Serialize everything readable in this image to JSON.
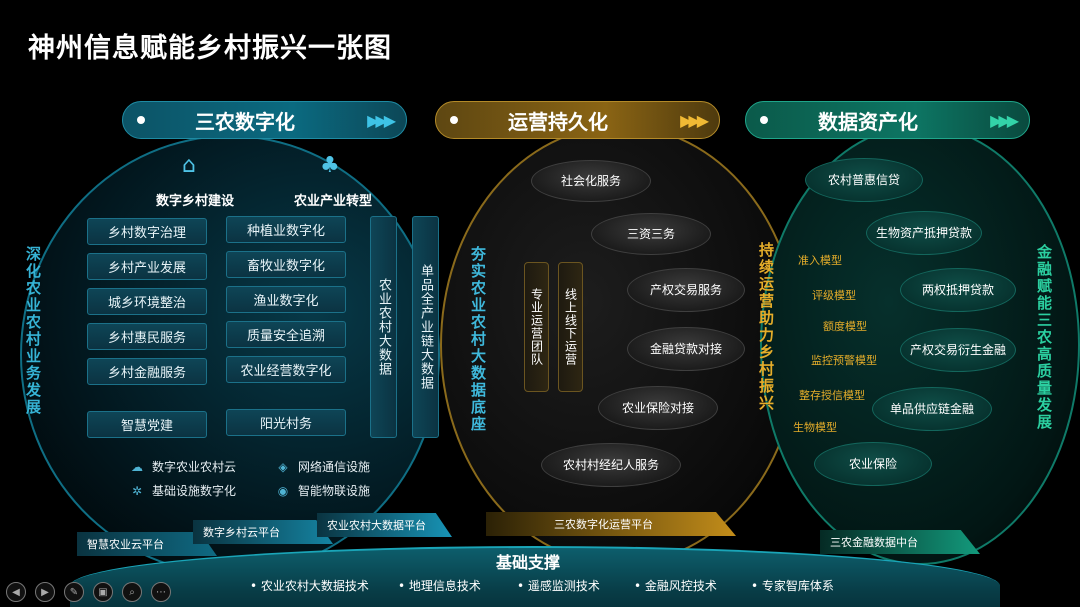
{
  "title": "神州信息赋能乡村振兴一张图",
  "headers": [
    {
      "label": "三农数字化"
    },
    {
      "label": "运营持久化"
    },
    {
      "label": "数据资产化"
    }
  ],
  "vertical_labels": {
    "left": "深化农业农村业务发展",
    "base": "夯实农业农村大数据底座",
    "mid": "持续运营助力乡村振兴",
    "right": "金融赋能三农高质量发展"
  },
  "digital": {
    "village_head": "数字乡村建设",
    "industry_head": "农业产业转型",
    "village_items": [
      "乡村数字治理",
      "乡村产业发展",
      "城乡环境整治",
      "乡村惠民服务",
      "乡村金融服务",
      "智慧党建"
    ],
    "industry_items": [
      "种植业数字化",
      "畜牧业数字化",
      "渔业数字化",
      "质量安全追溯",
      "农业经营数字化",
      "阳光村务"
    ],
    "vertical_1": "农业农村大数据",
    "vertical_2": "单品全产业链大数据"
  },
  "infra": [
    {
      "icon": "cloud-icon",
      "glyph": "☁",
      "label": "数字农业农村云"
    },
    {
      "icon": "network-icon",
      "glyph": "◈",
      "label": "网络通信设施"
    },
    {
      "icon": "settings-icon",
      "glyph": "✲",
      "label": "基础设施数字化"
    },
    {
      "icon": "iot-icon",
      "glyph": "◉",
      "label": "智能物联设施"
    }
  ],
  "platforms": [
    "智慧农业云平台",
    "数字乡村云平台",
    "农业农村大数据平台",
    "三农数字化运营平台",
    "三农金融数据中台"
  ],
  "foundation": {
    "title": "基础支撑",
    "techs": [
      "• 农业农村大数据技术",
      "• 地理信息技术",
      "• 遥感监测技术",
      "• 金融风控技术",
      "• 专家智库体系"
    ]
  },
  "operation": {
    "col1": "专业运营团队",
    "col2": "线上线下运营",
    "ovals": [
      "社会化服务",
      "三资三务",
      "产权交易服务",
      "金融贷款对接",
      "农业保险对接",
      "农村村经纪人服务"
    ]
  },
  "assets": {
    "ovals": [
      "农村普惠信贷",
      "生物资产抵押贷款",
      "两权抵押贷款",
      "产权交易衍生金融",
      "单品供应链金融",
      "农业保险"
    ],
    "models": [
      "准入模型",
      "评级模型",
      "额度模型",
      "监控预警模型",
      "整存授信模型",
      "生物模型"
    ]
  },
  "colors": {
    "teal": "#0f6e84",
    "gold": "#e5ad2a",
    "green": "#2bcfa0"
  }
}
